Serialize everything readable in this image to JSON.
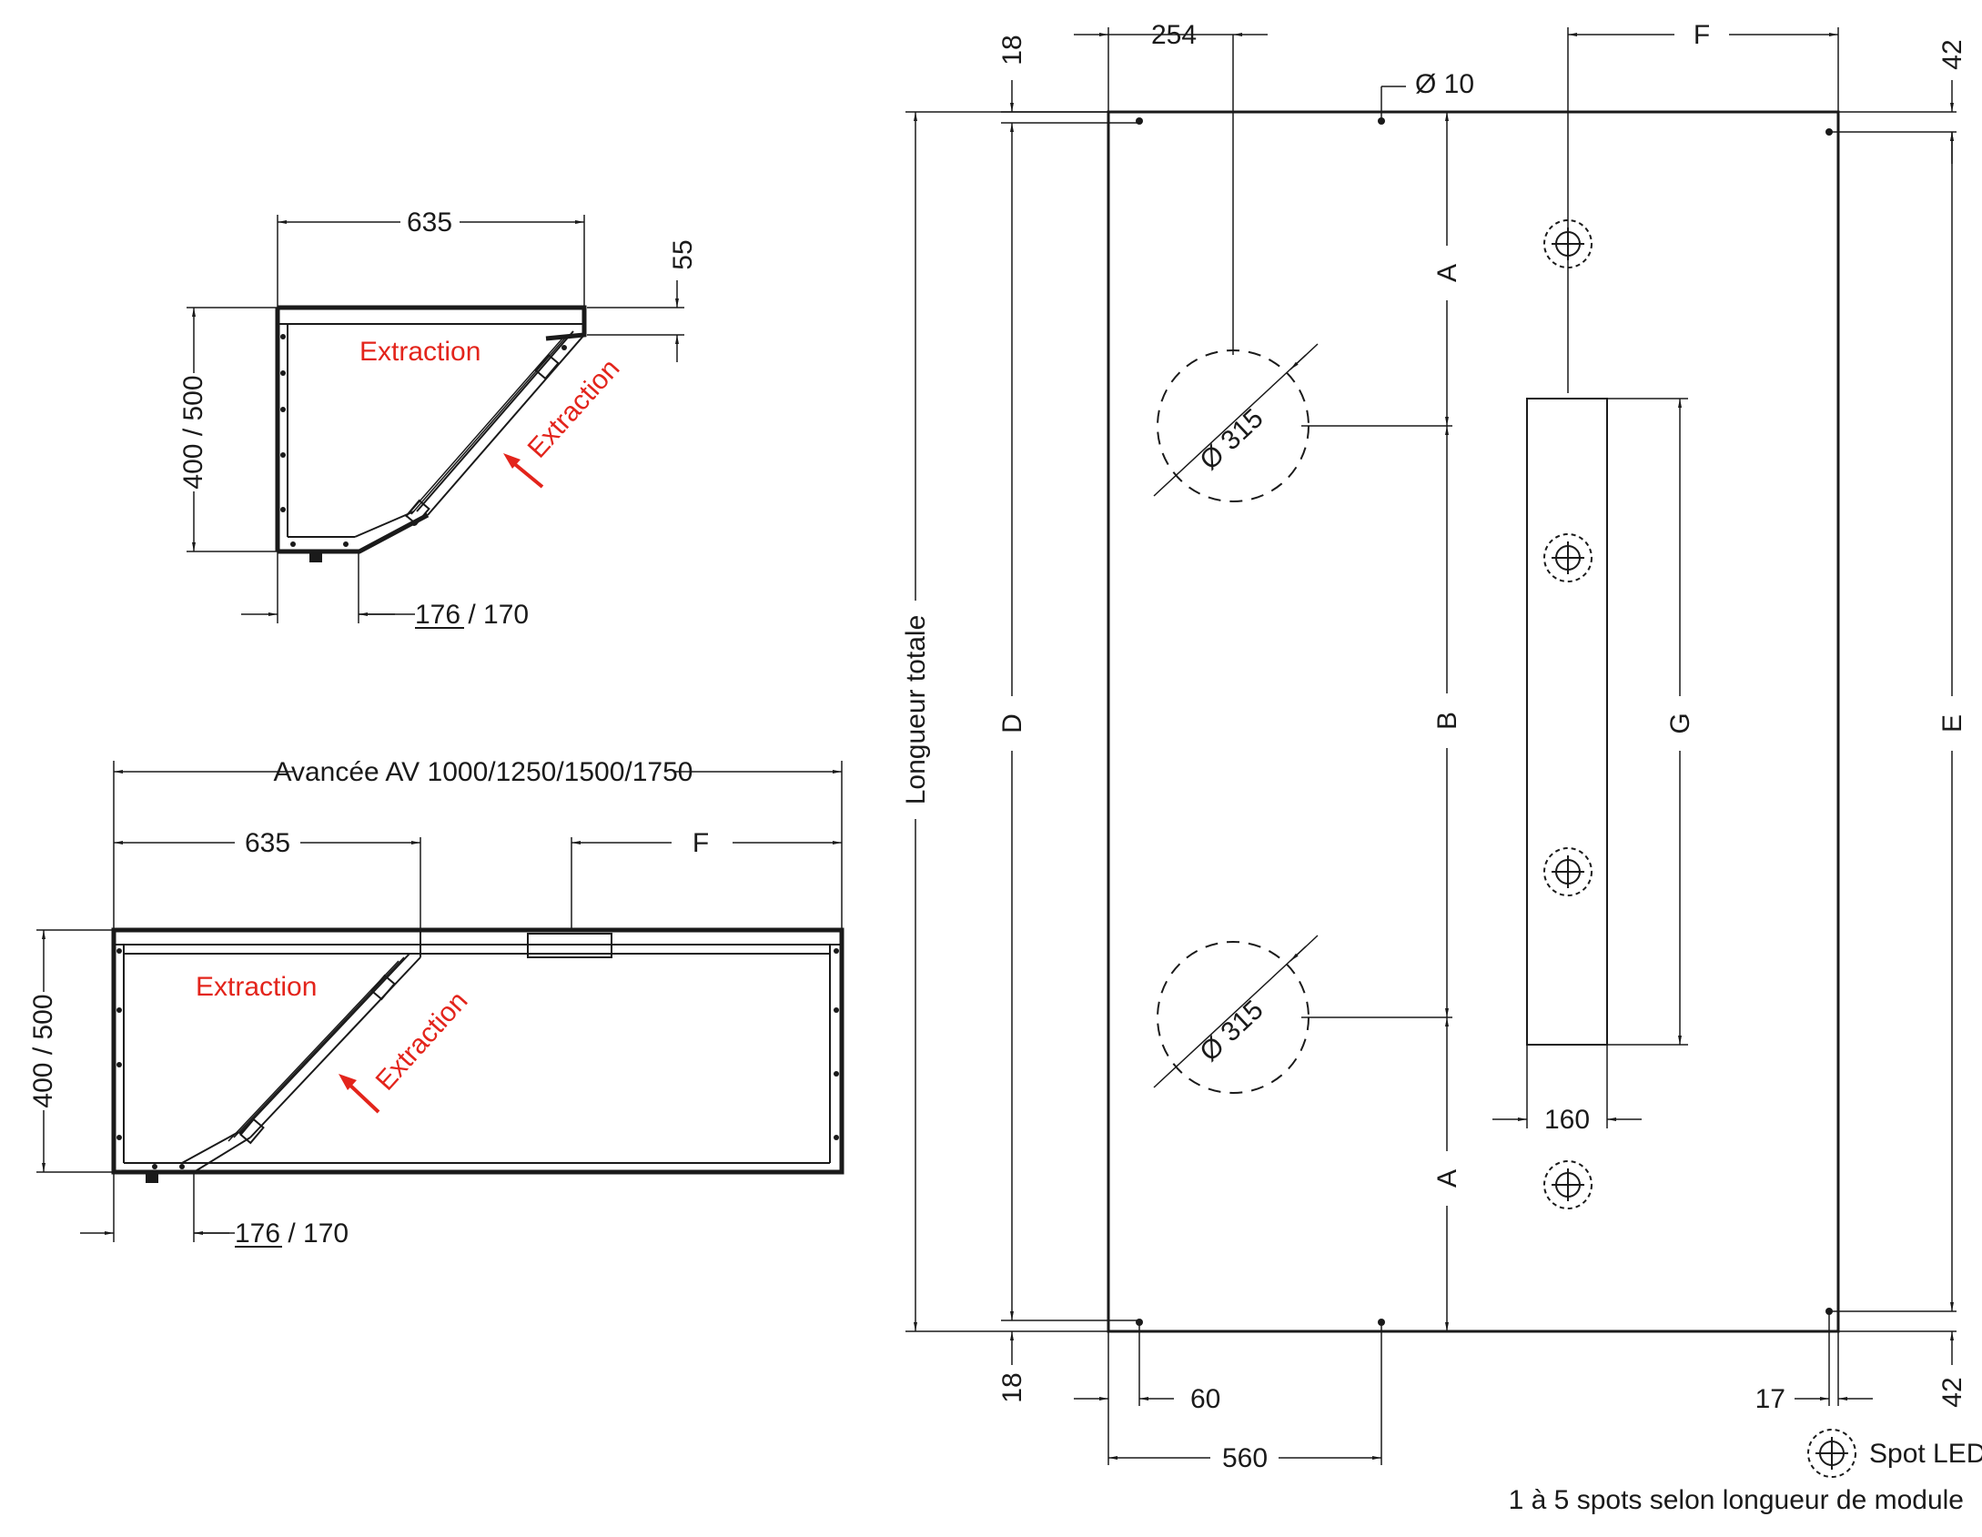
{
  "side_view_small": {
    "width_635": "635",
    "height_55": "55",
    "depth": "400 / 500",
    "bottom_dim": "176 / 170",
    "extraction_top": "Extraction",
    "extraction_diag": "Extraction"
  },
  "side_view_large": {
    "avancee": "Avancée AV 1000/1250/1500/1750",
    "width_635": "635",
    "f_label": "F",
    "depth": "400 / 500",
    "bottom_dim": "176 / 170",
    "extraction_top": "Extraction",
    "extraction_diag": "Extraction"
  },
  "plan_view": {
    "dim_254": "254",
    "dim_f": "F",
    "dim_18_top": "18",
    "dim_42_top": "42",
    "dim_diam10": "Ø 10",
    "dim_a_top": "A",
    "dim_b": "B",
    "dim_a_bottom": "A",
    "dim_d": "D",
    "dim_e": "E",
    "dim_g": "G",
    "dim_160": "160",
    "duct_top": "Ø 315",
    "duct_bottom": "Ø 315",
    "longueur_totale": "Longueur totale",
    "dim_18_bottom": "18",
    "dim_42_bottom": "42",
    "dim_60": "60",
    "dim_560": "560",
    "dim_17": "17"
  },
  "legend": {
    "spot_label": "Spot LED",
    "spot_note": "1 à 5 spots selon longueur de module",
    "spot_icon": "spot-led-icon"
  },
  "colors": {
    "accent_red": "#e3241b",
    "line": "#1a1a1a"
  }
}
